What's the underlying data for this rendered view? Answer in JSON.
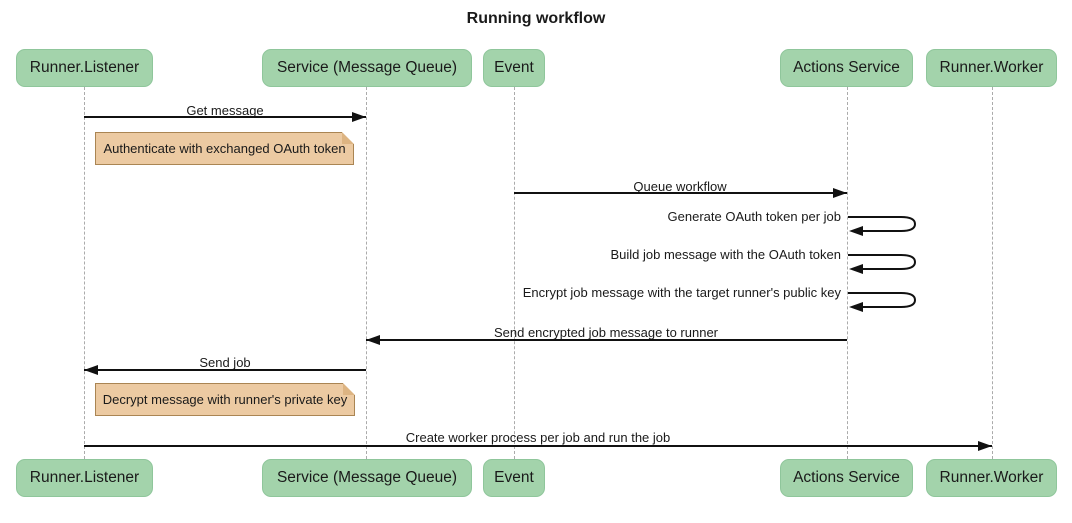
{
  "title": "Running workflow",
  "actors": [
    {
      "label": "Runner.Listener"
    },
    {
      "label": "Service (Message Queue)"
    },
    {
      "label": "Event"
    },
    {
      "label": "Actions Service"
    },
    {
      "label": "Runner.Worker"
    }
  ],
  "messages": [
    {
      "label": "Get message",
      "from": "Runner.Listener",
      "to": "Service (Message Queue)"
    },
    {
      "label": "Queue workflow",
      "from": "Event",
      "to": "Actions Service"
    },
    {
      "label": "Generate OAuth token per job",
      "from": "Actions Service",
      "to": "Actions Service"
    },
    {
      "label": "Build job message with the OAuth token",
      "from": "Actions Service",
      "to": "Actions Service"
    },
    {
      "label": "Encrypt job message with the target runner's public key",
      "from": "Actions Service",
      "to": "Actions Service"
    },
    {
      "label": "Send encrypted job message to runner",
      "from": "Actions Service",
      "to": "Service (Message Queue)"
    },
    {
      "label": "Send job",
      "from": "Service (Message Queue)",
      "to": "Runner.Listener"
    },
    {
      "label": "Create worker process per job and run the job",
      "from": "Runner.Listener",
      "to": "Runner.Worker"
    }
  ],
  "notes": [
    {
      "label": "Authenticate with exchanged OAuth token"
    },
    {
      "label": "Decrypt message with runner's private key"
    }
  ],
  "colors": {
    "actor_fill": "#a3d3ab",
    "actor_border": "#8fc69b",
    "note_fill": "#eccaa2",
    "note_border": "#aa8553",
    "note_fold": "#ddb482",
    "lifeline_color": "#ababab",
    "arrow_color": "#111111",
    "text_color": "#1a1a1a"
  }
}
